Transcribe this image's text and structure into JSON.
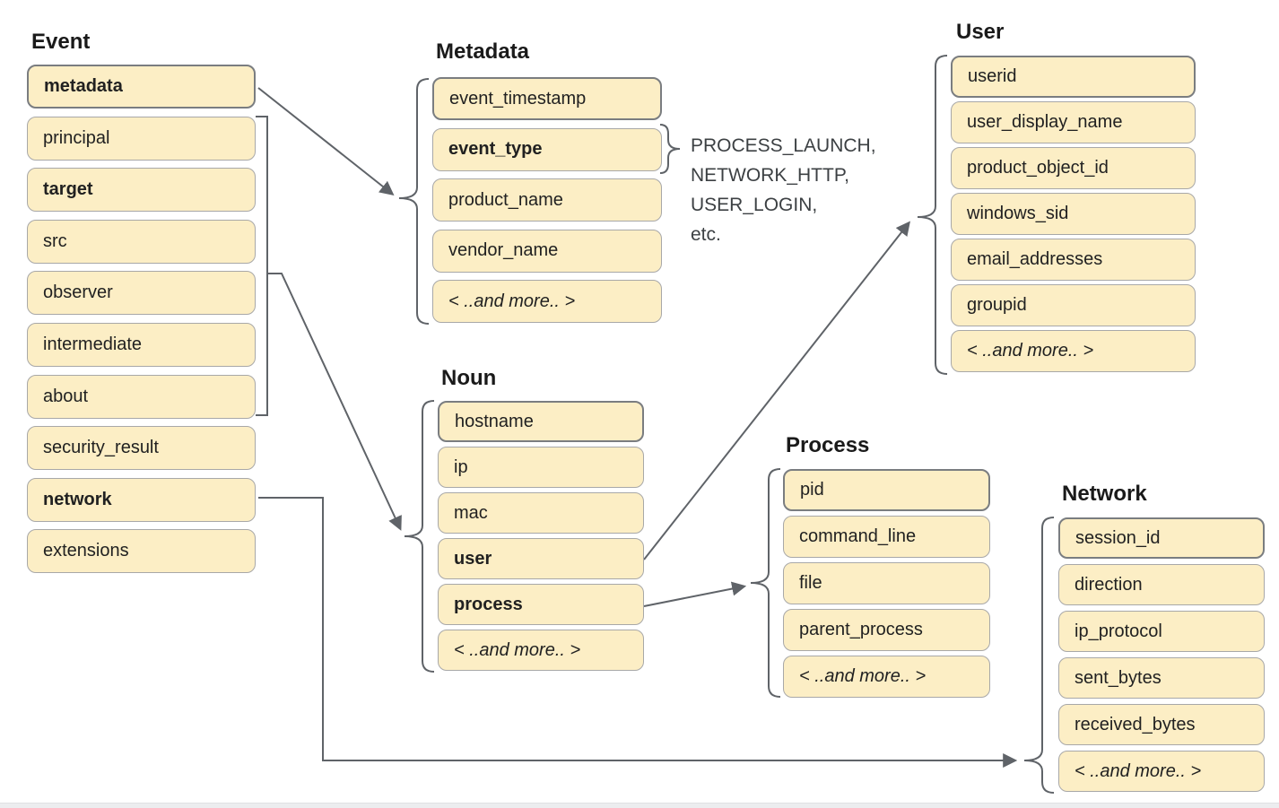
{
  "colors": {
    "box_fill": "#FCEEC5",
    "box_border": "#A8A8A8",
    "box_border_dark": "#7A7D80",
    "connector": "#5F6368",
    "text": "#212121",
    "title": "#1A1A1A",
    "annotation": "#3C4043"
  },
  "groups": [
    {
      "id": "event",
      "title": "Event",
      "items": [
        {
          "label": "metadata",
          "bold": true,
          "dark": true
        },
        {
          "label": "principal"
        },
        {
          "label": "target",
          "bold": true
        },
        {
          "label": "src"
        },
        {
          "label": "observer"
        },
        {
          "label": "intermediate"
        },
        {
          "label": "about"
        },
        {
          "label": "security_result"
        },
        {
          "label": "network",
          "bold": true
        },
        {
          "label": "extensions"
        }
      ]
    },
    {
      "id": "metadata",
      "title": "Metadata",
      "items": [
        {
          "label": "event_timestamp",
          "dark": true
        },
        {
          "label": "event_type",
          "bold": true
        },
        {
          "label": "product_name"
        },
        {
          "label": "vendor_name"
        },
        {
          "label": "< ..and more.. >",
          "italic": true
        }
      ]
    },
    {
      "id": "user",
      "title": "User",
      "items": [
        {
          "label": "userid",
          "dark": true
        },
        {
          "label": "user_display_name"
        },
        {
          "label": "product_object_id"
        },
        {
          "label": "windows_sid"
        },
        {
          "label": "email_addresses"
        },
        {
          "label": "groupid"
        },
        {
          "label": "< ..and more.. >",
          "italic": true
        }
      ]
    },
    {
      "id": "noun",
      "title": "Noun",
      "items": [
        {
          "label": "hostname",
          "dark": true
        },
        {
          "label": "ip"
        },
        {
          "label": "mac"
        },
        {
          "label": "user",
          "bold": true
        },
        {
          "label": "process",
          "bold": true
        },
        {
          "label": "< ..and more.. >",
          "italic": true
        }
      ]
    },
    {
      "id": "process",
      "title": "Process",
      "items": [
        {
          "label": "pid",
          "dark": true
        },
        {
          "label": "command_line"
        },
        {
          "label": "file"
        },
        {
          "label": "parent_process"
        },
        {
          "label": "< ..and more.. >",
          "italic": true
        }
      ]
    },
    {
      "id": "network",
      "title": "Network",
      "items": [
        {
          "label": "session_id",
          "dark": true
        },
        {
          "label": "direction"
        },
        {
          "label": "ip_protocol"
        },
        {
          "label": "sent_bytes"
        },
        {
          "label": "received_bytes"
        },
        {
          "label": "< ..and more.. >",
          "italic": true
        }
      ]
    }
  ],
  "event_type_annotation": {
    "lines": [
      "PROCESS_LAUNCH,",
      "NETWORK_HTTP,",
      "USER_LOGIN,",
      "etc."
    ]
  }
}
